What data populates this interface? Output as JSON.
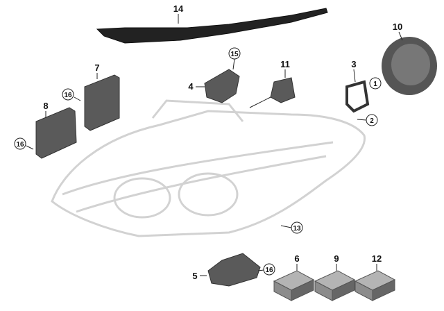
{
  "diagram": {
    "callouts": {
      "p14": "14",
      "p10": "10",
      "p15": "15",
      "p11": "11",
      "p3": "3",
      "p1": "1",
      "p7": "7",
      "p4": "4",
      "p16a": "16",
      "p8": "8",
      "p16b": "16",
      "p2": "2",
      "p13": "13",
      "p5": "5",
      "p16c": "16",
      "p6": "6",
      "p9": "9",
      "p12": "12"
    },
    "colors": {
      "part": "#5a5a5a",
      "lamp_ghost": "#d2d2d2",
      "box_top": "#b4b4b4",
      "box_front": "#8c8c8c"
    }
  }
}
